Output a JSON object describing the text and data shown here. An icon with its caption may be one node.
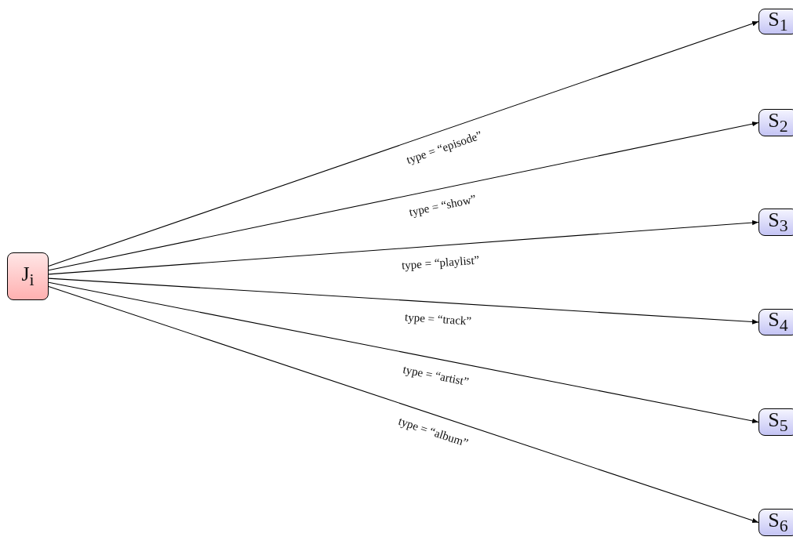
{
  "diagram": {
    "nodes": [
      {
        "text": [
          "J$_{i}$"
        ]
      },
      {
        "text": [
          "S$_{1}$"
        ]
      },
      {
        "text": [
          "S$_{2}$"
        ]
      },
      {
        "text": [
          "S$_{3}$"
        ]
      },
      {
        "text": [
          "S$_{4}$"
        ]
      },
      {
        "text": [
          "S$_{5}$"
        ]
      },
      {
        "text": [
          "S$_{6}$"
        ]
      }
    ],
    "edges": [
      {
        "from": 0,
        "to": 1,
        "arrow": "to",
        "label": "type = “episode”"
      },
      {
        "from": 0,
        "to": 2,
        "arrow": "to",
        "label": "type = “show”"
      },
      {
        "from": 0,
        "to": 3,
        "arrow": "to",
        "label": "type = “playlist”"
      },
      {
        "from": 0,
        "to": 4,
        "arrow": "to",
        "label": "type = “track”"
      },
      {
        "from": 0,
        "to": 5,
        "arrow": "to",
        "label": "type = “artist”"
      },
      {
        "from": 0,
        "to": 6,
        "arrow": "to",
        "label": "type = “album”"
      }
    ]
  }
}
